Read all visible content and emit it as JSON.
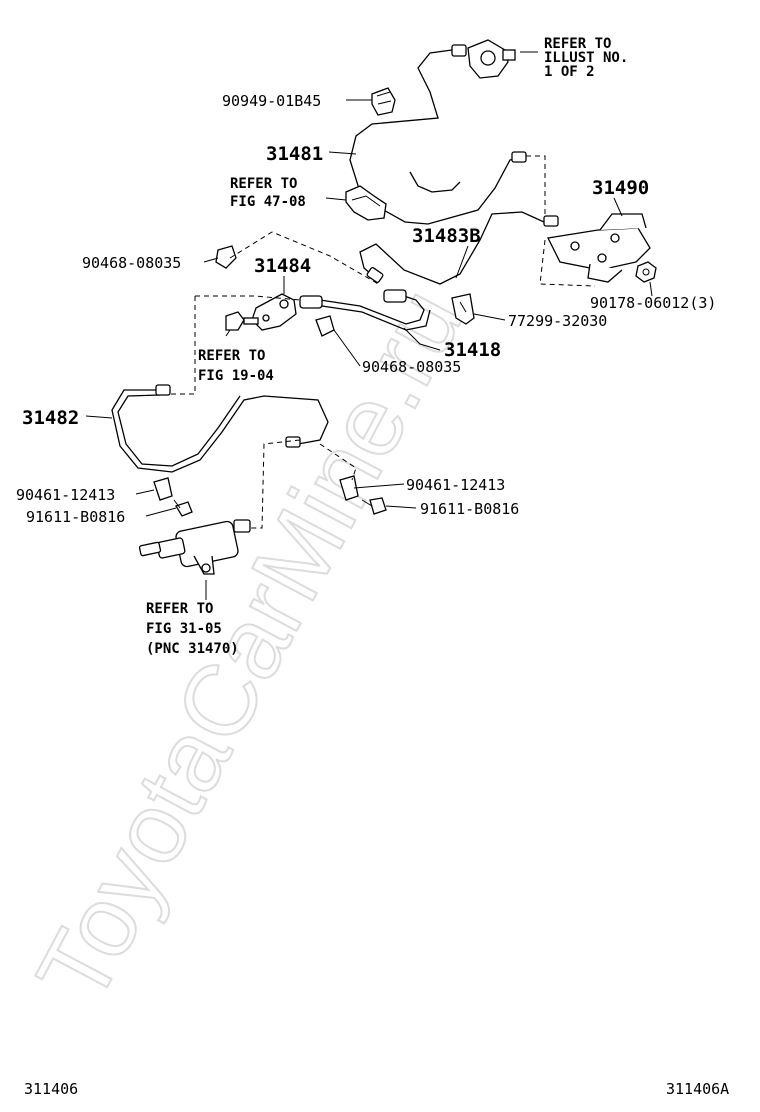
{
  "watermark": "ToyotaCarMine.ru",
  "refs": {
    "illust": [
      "REFER TO",
      "ILLUST NO.",
      "1 OF 2"
    ],
    "fig4708": [
      "REFER TO",
      "FIG 47-08"
    ],
    "fig1904": [
      "REFER TO",
      "FIG 19-04"
    ],
    "fig3105": [
      "REFER TO",
      "FIG 31-05",
      "(PNC 31470)"
    ]
  },
  "parts": {
    "p90949": "90949-01B45",
    "p31481": "31481",
    "p31490": "31490",
    "p31483b": "31483B",
    "p90468a": "90468-08035",
    "p31484": "31484",
    "p90178": "90178-06012(3)",
    "p77299": "77299-32030",
    "p31418": "31418",
    "p90468b": "90468-08035",
    "p31482": "31482",
    "p90461a": "90461-12413",
    "p91611a": "91611-B0816",
    "p90461b": "90461-12413",
    "p91611b": "91611-B0816"
  },
  "footer": {
    "left": "311406",
    "right": "311406A"
  }
}
